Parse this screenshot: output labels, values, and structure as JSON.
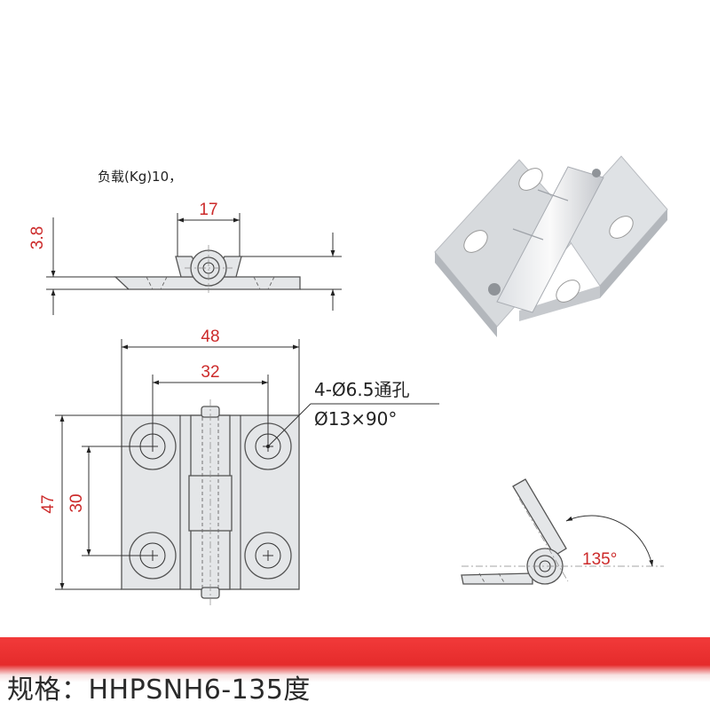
{
  "load_text": "负载(Kg)10，",
  "side_view": {
    "dim_width": "17",
    "dim_height": "3.8"
  },
  "front_view": {
    "dim_total_width": "48",
    "dim_hole_spacing_x": "32",
    "dim_total_height": "47",
    "dim_hole_spacing_y": "30"
  },
  "hole_callout": {
    "line1": "4-Ø6.5通孔",
    "line2": "Ø13×90°"
  },
  "angle_view": {
    "angle_label": "135°"
  },
  "spec": "规格：HHPSNH6-135度",
  "colors": {
    "dimension_text": "#cc2a2a",
    "banner_red": "#e52b2b"
  }
}
